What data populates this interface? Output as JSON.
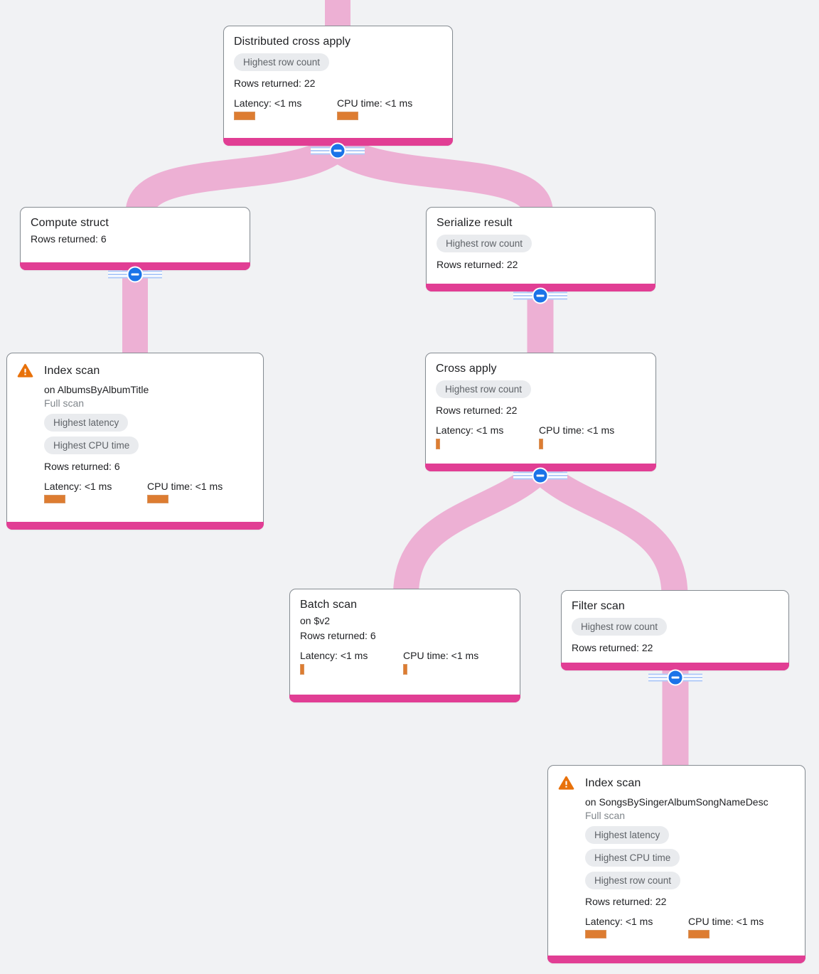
{
  "app": {
    "view": "query-execution-plan-graph"
  },
  "colors": {
    "background": "#f1f2f4",
    "node_accent_bar": "#e13e94",
    "edge_ribbon": "#edb0d4",
    "collapse_button_blue": "#1a73e8",
    "metric_bar_orange": "#dd7c31",
    "warning_orange": "#e8710a",
    "badge_background": "#e9ebee",
    "badge_text": "#5f6368",
    "muted_text": "#80868b"
  },
  "nodes": [
    {
      "id": "distributed-cross-apply",
      "title": "Distributed cross apply",
      "badges": [
        "Highest row count"
      ],
      "rows_returned": "Rows returned: 22",
      "latency": "Latency: <1 ms",
      "cpu_time": "CPU time: <1 ms",
      "latency_bar": "wide",
      "cpu_time_bar": "wide"
    },
    {
      "id": "compute-struct",
      "title": "Compute struct",
      "rows_returned": "Rows returned: 6"
    },
    {
      "id": "serialize-result",
      "title": "Serialize result",
      "badges": [
        "Highest row count"
      ],
      "rows_returned": "Rows returned: 22"
    },
    {
      "id": "index-scan-albums",
      "title": "Index scan",
      "warning": true,
      "subtitle": "on AlbumsByAlbumTitle",
      "scan_mode": "Full scan",
      "badges": [
        "Highest latency",
        "Highest CPU time"
      ],
      "rows_returned": "Rows returned: 6",
      "latency": "Latency: <1 ms",
      "cpu_time": "CPU time: <1 ms",
      "latency_bar": "wide",
      "cpu_time_bar": "wide"
    },
    {
      "id": "cross-apply",
      "title": "Cross apply",
      "badges": [
        "Highest row count"
      ],
      "rows_returned": "Rows returned: 22",
      "latency": "Latency: <1 ms",
      "cpu_time": "CPU time: <1 ms",
      "latency_bar": "thin",
      "cpu_time_bar": "thin"
    },
    {
      "id": "batch-scan",
      "title": "Batch scan",
      "subtitle": "on $v2",
      "rows_returned": "Rows returned: 6",
      "latency": "Latency: <1 ms",
      "cpu_time": "CPU time: <1 ms",
      "latency_bar": "thin",
      "cpu_time_bar": "thin"
    },
    {
      "id": "filter-scan",
      "title": "Filter scan",
      "badges": [
        "Highest row count"
      ],
      "rows_returned": "Rows returned: 22"
    },
    {
      "id": "index-scan-songs",
      "title": "Index scan",
      "warning": true,
      "subtitle": "on SongsBySingerAlbumSongNameDesc",
      "scan_mode": "Full scan",
      "badges": [
        "Highest latency",
        "Highest CPU time",
        "Highest row count"
      ],
      "rows_returned": "Rows returned: 22",
      "latency": "Latency: <1 ms",
      "cpu_time": "CPU time: <1 ms",
      "latency_bar": "wide",
      "cpu_time_bar": "wide"
    }
  ],
  "edges": [
    {
      "from": "(parent offscreen)",
      "to": "distributed-cross-apply"
    },
    {
      "from": "distributed-cross-apply",
      "to": "compute-struct"
    },
    {
      "from": "distributed-cross-apply",
      "to": "serialize-result"
    },
    {
      "from": "compute-struct",
      "to": "index-scan-albums"
    },
    {
      "from": "serialize-result",
      "to": "cross-apply"
    },
    {
      "from": "cross-apply",
      "to": "batch-scan"
    },
    {
      "from": "cross-apply",
      "to": "filter-scan"
    },
    {
      "from": "filter-scan",
      "to": "index-scan-songs"
    }
  ]
}
